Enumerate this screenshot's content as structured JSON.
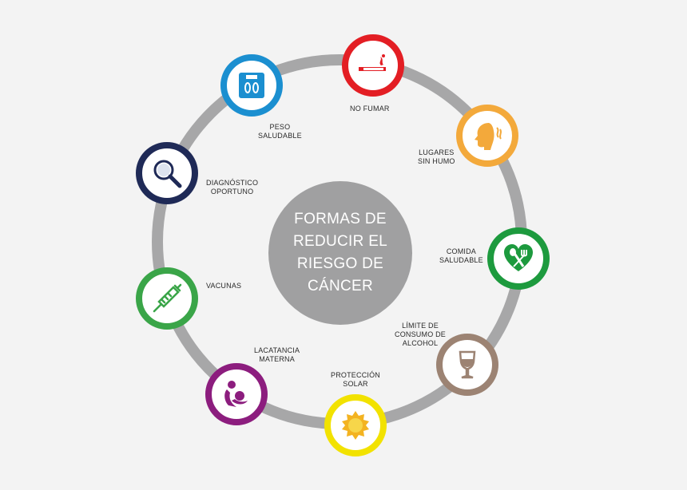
{
  "center": {
    "lines": [
      "FORMAS DE",
      "REDUCIR EL",
      "RIESGO DE",
      "CÁNCER"
    ]
  },
  "items": [
    {
      "lines": [
        "NO FUMAR"
      ],
      "icon": "no-smoking-icon",
      "color": "#e31e24"
    },
    {
      "lines": [
        "LUGARES",
        "SIN HUMO"
      ],
      "icon": "smoke-free-face-icon",
      "color": "#f3a93b"
    },
    {
      "lines": [
        "COMIDA",
        "SALUDABLE"
      ],
      "icon": "heart-cutlery-icon",
      "color": "#1d9a3e"
    },
    {
      "lines": [
        "LÍMITE DE",
        "CONSUMO DE",
        "ALCOHOL"
      ],
      "icon": "wine-glass-icon",
      "color": "#9c8373"
    },
    {
      "lines": [
        "PROTECCIÓN",
        "SOLAR"
      ],
      "icon": "sun-icon",
      "color": "#f2e200"
    },
    {
      "lines": [
        "LACATANCIA",
        "MATERNA"
      ],
      "icon": "breastfeeding-icon",
      "color": "#8c1d7e"
    },
    {
      "lines": [
        "VACUNAS"
      ],
      "icon": "syringe-icon",
      "color": "#3aa548"
    },
    {
      "lines": [
        "DIAGNÓSTICO",
        "OPORTUNO"
      ],
      "icon": "magnifier-icon",
      "color": "#1f2a57"
    },
    {
      "lines": [
        "PESO",
        "SALUDABLE"
      ],
      "icon": "scale-icon",
      "color": "#1b8fd0"
    }
  ]
}
